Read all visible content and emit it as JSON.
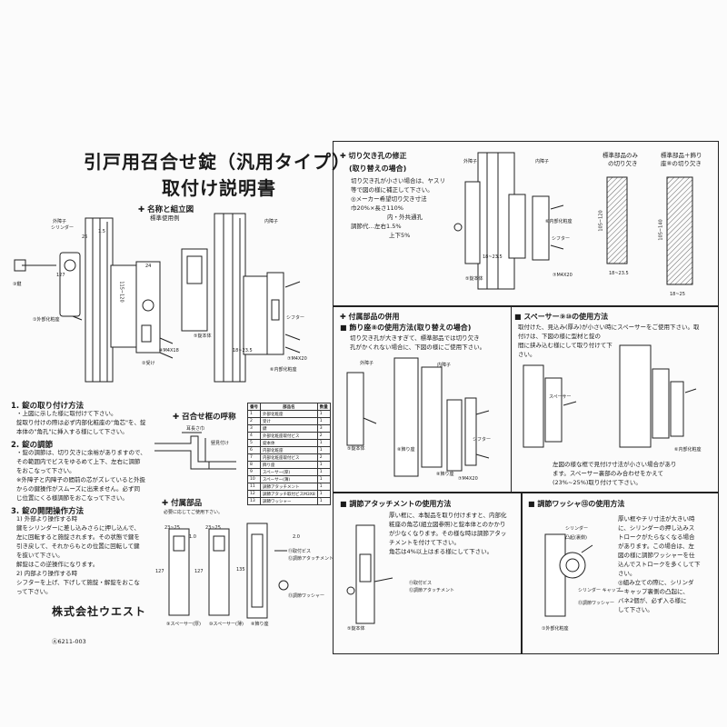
{
  "title": {
    "line1": "引戸用召合せ錠（汎用タイプ）",
    "line2": "取付け説明書"
  },
  "left": {
    "names_heading": "名称と組立図",
    "standard_example": "標準使用例",
    "outer_frame": "外障子",
    "inner_frame": "内障子",
    "labels": {
      "cylinder": "シリンダー",
      "key": "③鍵",
      "outer_plate": "①外部化粧座",
      "receiver": "②受け",
      "screw_m4x18": "④M4X18",
      "body": "⑤錠本体",
      "inner_plate": "⑥内部化粧座",
      "shifter": "シフター",
      "screw_m4x20": "⑦M4X20",
      "dim_18_23_5": "18~23.5",
      "dim_115_120": "115~120",
      "dim_26": "26",
      "dim_1_5": "1.5",
      "dim_127": "127",
      "dim_24": "24"
    },
    "section1": {
      "heading": "1. 錠の取り付け方法",
      "lines": [
        "・上図に示した様に取付けて下さい。",
        "錠取り付けの際は必ず内部化粧座の\"角芯\"を、錠",
        "本体の\"角孔\"に挿入する様にして下さい。"
      ]
    },
    "section2": {
      "heading": "2. 錠の調節",
      "lines": [
        "・錠の調節は、切り欠きに余裕がありますので、",
        "その範囲内でビスをゆるめて上下、左右に調節",
        "をおこなって下さい。",
        "※外障子と内障子の間前の芯がズレていると外扱",
        "からの鍵操作がスムーズに出来ません。必ず同",
        "じ位置にくる様調節をおこなって下さい。"
      ]
    },
    "section3": {
      "heading": "3. 錠の開閉操作方法",
      "lines": [
        "1) 外部より操作する時",
        "鍵をシリンダーに差し込みさらに押し込んで、",
        "左に回転すると施錠されます。その状態で鍵を",
        "引き戻して、それからもとの位置に回転して鍵",
        "を抜いて下さい。",
        "解錠はこの逆操作になります。",
        "2) 内部より操作する時",
        "シフターを上げ、下げして施錠・解錠をおこな",
        "って下さい。"
      ]
    },
    "frame_name": {
      "heading": "召合せ框の呼称",
      "ear_width": "耳長さ巾",
      "frame_height": "竪見付け"
    },
    "accessories": {
      "heading": "付属部品",
      "note": "必要に応じてご使用下さい。",
      "spacer_thick": "⑨スペーサー(厚)",
      "spacer_thin": "⑩スペーサー(薄)",
      "decor_seat": "⑧飾り座",
      "fix_screw": "⑪取付ビス",
      "adjust_attach": "⑫調節アタッチメント",
      "washer": "⑬調節ワッシャー",
      "d_23_25": "23~25",
      "d_127": "127",
      "d_135": "135",
      "d_2_0": "2.0",
      "d_1_0": "1.0"
    },
    "parts_table": {
      "headers": [
        "番号",
        "部品名",
        "数量"
      ],
      "rows": [
        [
          "1",
          "外部化粧座",
          "1"
        ],
        [
          "2",
          "受け",
          "1"
        ],
        [
          "3",
          "鍵",
          "3"
        ],
        [
          "4",
          "外部化粧座取付ビス",
          "2"
        ],
        [
          "5",
          "錠本体",
          "1"
        ],
        [
          "6",
          "内部化粧座",
          "1"
        ],
        [
          "7",
          "内部化粧座取付ビス",
          "2"
        ],
        [
          "8",
          "飾り座",
          "1"
        ],
        [
          "9",
          "スペーサー(厚)",
          "1"
        ],
        [
          "10",
          "スペーサー(薄)",
          "1"
        ],
        [
          "11",
          "調節アタッチメント",
          "1"
        ],
        [
          "12",
          "調節アタッチ取付ビスM3X8",
          "1"
        ],
        [
          "13",
          "調節ワッシャー",
          "1"
        ]
      ]
    },
    "company": "株式会社ウエスト",
    "doc_no": "Ⓐ6211-003"
  },
  "right": {
    "cut_fix": {
      "heading": "切り欠き孔の修正",
      "heading2": "(取り替えの場合)",
      "lines": [
        "切り欠き孔が小さい場合は、ヤスリ",
        "等で図の様に補正して下さい。",
        "◎メーカー希望切り欠き寸法",
        "巾20%×長さ110%",
        "内・外共通孔",
        "調節代…左右1.5%",
        "上下5%"
      ],
      "label_outer": "外障子",
      "label_inner": "内障子",
      "label_shifter": "シフター",
      "label_body": "⑤錠本体",
      "label_inner_plate": "⑥内部化粧座",
      "label_screw": "⑦M4X20",
      "dim": "18~23.5",
      "std_only": {
        "line1": "標準部品のみ",
        "line2": "の切り欠き"
      },
      "std_plus": {
        "line1": "標準部品＋飾り",
        "line2": "座⑧の切り欠き"
      },
      "std_only_h": "105~120",
      "std_only_w": "18~23.5",
      "std_plus_h": "105~140",
      "std_plus_w": "18~25"
    },
    "accessory_use": {
      "heading": "付属部品の併用",
      "sub1": "飾り座⑧の使用方法(取り替えの場合)",
      "sub1_lines": [
        "切り欠き孔が大きすぎて、標準部品では切り欠き",
        "孔がかくれない場合に、下図の様にご使用下さい。"
      ],
      "label_outer": "外障子",
      "label_inner": "内障子",
      "label_shifter": "シフター",
      "label_decor_outer": "⑧飾り座",
      "label_decor_inner": "⑧飾り座",
      "label_body": "⑤錠本体",
      "label_screw": "⑦M4X20",
      "sub2": "スペーサー⑨⑩の使用方法",
      "sub2_lines": [
        "取付けた、見込み(厚み)が小さい時にスペーサーをご使用下さい。取",
        "付けは、下図の様に型材と錠の",
        "間に挟み込む様にして取り付けて下",
        "さい。"
      ],
      "sub2_bottom": [
        "左図の様な框で見付け寸法が小さい場合があり",
        "ます。スペーサー裏部のみ合わせをかえて",
        "(23%~25%)取り付けて下さい。"
      ],
      "label_spacer": "スペーサー",
      "label_inner_plate": "⑥内部化粧座"
    },
    "attachment": {
      "heading": "調節アタッチメントの使用方法",
      "lines": [
        "厚い框に、本製品を取り付けますと、内部化",
        "粧座の角芯(組立図参照)と錠本体とのかかり",
        "が少なくなります。その様な時は調節アタッ",
        "チメントを付けて下さい。",
        "角芯は4%以上はまる様にして下さい。"
      ],
      "label_screw": "⑪取付ビス",
      "label_attach": "⑫調節アタッチメント",
      "label_body": "⑤錠本体"
    },
    "washer": {
      "heading": "調節ワッシャ⑬の使用方法",
      "lines": [
        "厚い框やチリ寸法が大きい時",
        "に、シリンダーの押し込みス",
        "トロークがたらなくなる場合",
        "があります。この場合は、左",
        "図の様に調節ワッシャーを仕",
        "込んでストロークを多くして下",
        "さい。",
        "◎組み立ての際に、シリンダ",
        "ーキャップ裏側の凸起に、",
        "バネ2個が、必ず入る様に",
        "して下さい。"
      ],
      "label_cylinder": "シリンダー",
      "label_boss": "凸起(裏側)",
      "label_cap": "シリンダー キャップ",
      "label_washer": "⑬調節ワッシャー",
      "label_outer_plate": "①外部化粧座"
    }
  }
}
